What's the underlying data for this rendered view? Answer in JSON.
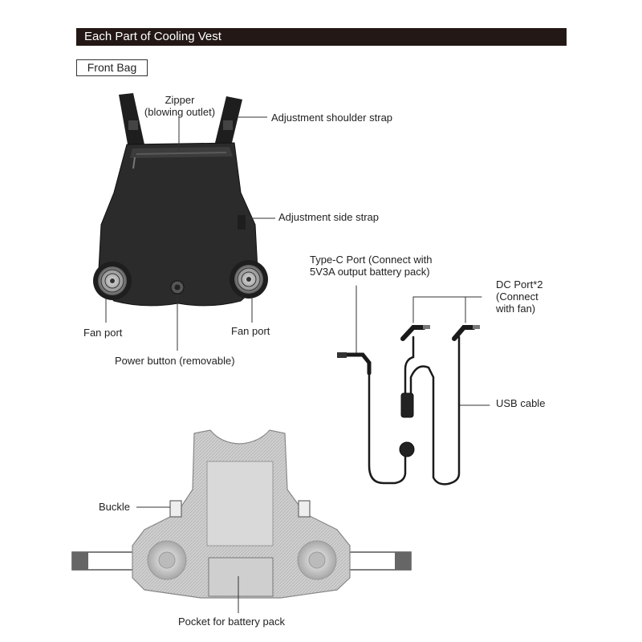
{
  "header": {
    "title": "Each Part of Cooling Vest"
  },
  "section": {
    "label": "Front Bag"
  },
  "labels": {
    "zipper_line1": "Zipper",
    "zipper_line2": "(blowing outlet)",
    "shoulder_strap": "Adjustment shoulder strap",
    "side_strap": "Adjustment side strap",
    "fan_port_left": "Fan port",
    "fan_port_right": "Fan port",
    "power_button": "Power button (removable)",
    "typec_line1": "Type-C Port (Connect with",
    "typec_line2": "5V3A output battery pack)",
    "dc_line1": "DC Port*2",
    "dc_line2": "(Connect",
    "dc_line3": "with fan)",
    "usb_cable": "USB cable",
    "buckle": "Buckle",
    "pocket": "Pocket for battery pack"
  },
  "colors": {
    "title_bg": "#231815",
    "vest_front": "#2b2b2b",
    "vest_back": "#c9c9c9",
    "cable": "#1a1a1a"
  }
}
